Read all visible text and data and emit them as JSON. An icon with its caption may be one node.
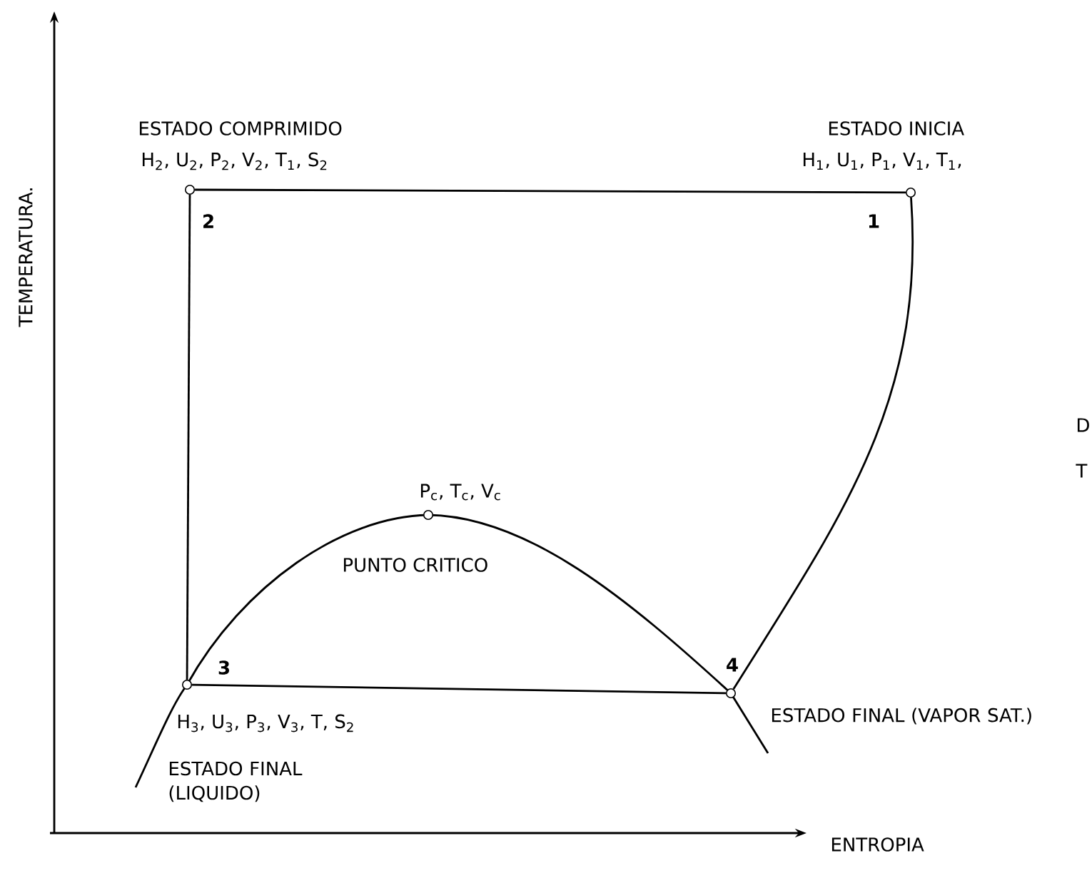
{
  "diagram": {
    "nodes": [
      {
        "text": [],
        "shape": "circle",
        "beside": [
          "1",
          "ESTADO INICIA",
          "H$_{1}$, U$_{1}$, P$_{1}$, V$_{1}$, T$_{1}$,"
        ]
      },
      {
        "text": [],
        "shape": "circle",
        "beside": [
          "2",
          "ESTADO COMPRIMIDO",
          "H$_{2}$, U$_{2}$, P$_{2}$, V$_{2}$, T$_{1}$, S$_{2}$"
        ]
      },
      {
        "text": [],
        "shape": "circle",
        "beside": [
          "P$_{c}$, T$_{c}$, V$_{c}$",
          "PUNTO CRITICO"
        ]
      },
      {
        "text": [],
        "shape": "circle",
        "beside": [
          "3",
          "H$_{3}$, U$_{3}$, P$_{3}$, V$_{3}$, T, S$_{2}$",
          "ESTADO FINAL (LIQUIDO)"
        ]
      },
      {
        "text": [],
        "shape": "circle",
        "beside": [
          "4",
          "ESTADO FINAL (VAPOR SAT.)"
        ]
      }
    ],
    "edges": [
      {
        "from": 0,
        "to": 1,
        "arrow": "none"
      },
      {
        "from": 1,
        "to": 3,
        "arrow": "none"
      },
      {
        "from": 3,
        "to": 4,
        "arrow": "none"
      },
      {
        "from": 4,
        "to": 0,
        "arrow": "none"
      }
    ],
    "labels": [
      "TEMPERATURA.",
      "ENTROPIA",
      "D",
      "T"
    ]
  }
}
